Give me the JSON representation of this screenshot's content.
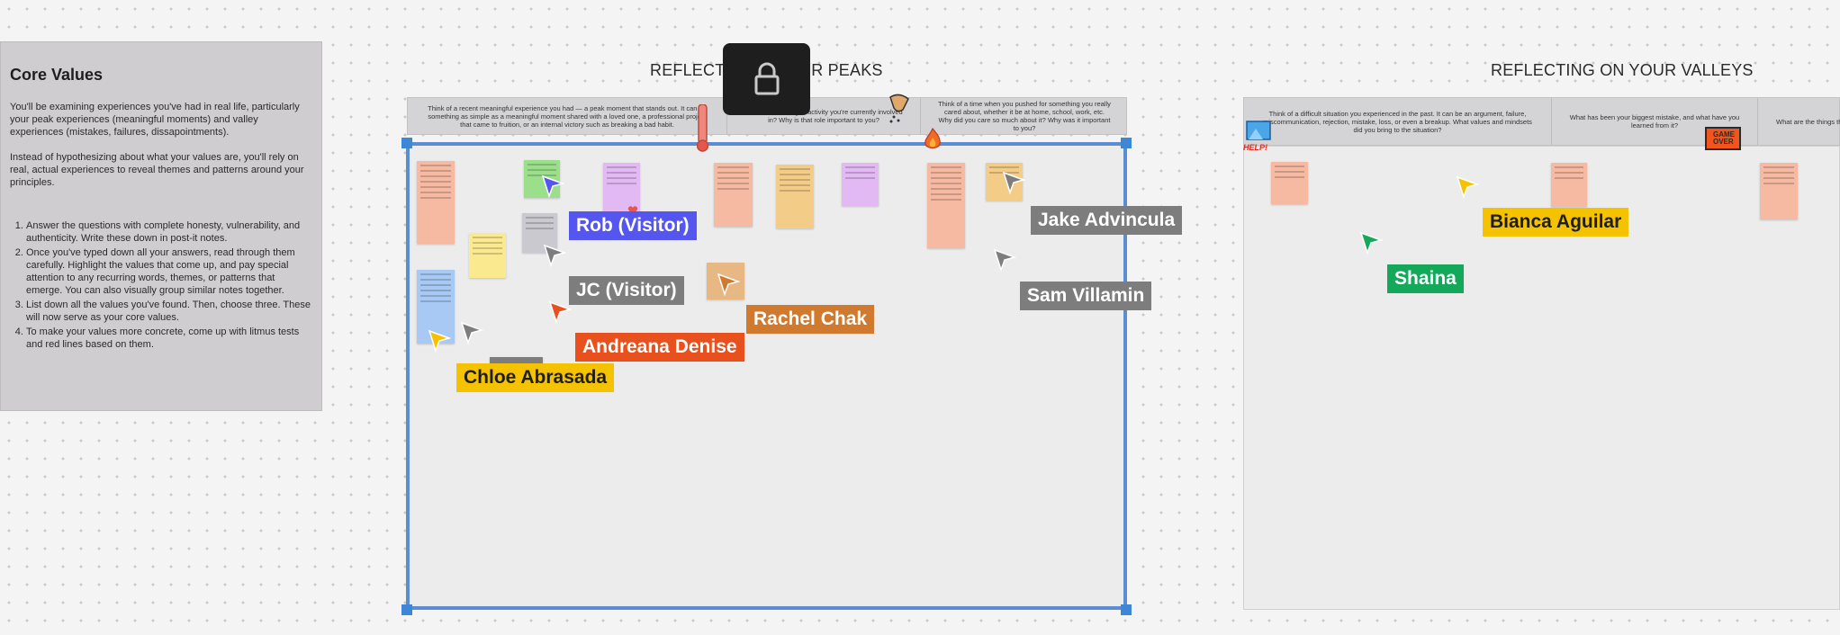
{
  "core": {
    "title": "Core Values",
    "p1": "You'll be examining experiences you've had in real life, particularly your peak experiences (meaningful moments) and valley experiences (mistakes, failures, dissapointments).",
    "p2": "Instead of hypothesizing about what your values are, you'll rely on real, actual experiences to reveal themes and patterns around your principles.",
    "steps": [
      "Answer the questions with complete honesty, vulnerability, and authenticity. Write these down in post-it notes.",
      "Once you've typed down all your answers, read through them carefully. Highlight the values that come up, and pay special attention to any recurring words, themes, or patterns that emerge. You can also visually group similar notes together.",
      "List down all the values you've found. Then, choose three. These will now serve as your core values.",
      "To make your values more concrete, come up with litmus tests and red lines based on them."
    ]
  },
  "sections": {
    "peaks_left": "REFLECTI",
    "peaks_right": "UR PEAKS",
    "valleys": "REFLECTING ON YOUR VALLEYS"
  },
  "peaks_prompts": [
    "Think of a recent meaningful experience you had — a peak moment that stands out. It can be something as simple as a meaningful moment shared with a loved one, a professional project that came to fruition, or an internal victory such as breaking a bad habit.",
    "What's a meaningful activity you're currently involved in? Why is that role important to you?",
    "Think of a time when you pushed for something you really cared about, whether it be at home, school, work, etc. Why did you care so much about it? Why was it important to you?"
  ],
  "valleys_prompts": [
    "Think of a difficult situation you experienced in the past. It can be an argument, failure, miscommunication, rejection, mistake, loss, or even a breakup. What values and mindsets did you bring to the situation?",
    "What has been your biggest mistake, and what have you learned from it?",
    "What are the things that make you angr"
  ],
  "stickers": {
    "help": "HELP!",
    "game_over": "GAME OVER"
  },
  "cursors": [
    {
      "name": "Rob (Visitor)",
      "color": "#5555f0"
    },
    {
      "name": "Jake Advincula",
      "color": "#7d7d7d"
    },
    {
      "name": "JC (Visitor)",
      "color": "#7d7d7d"
    },
    {
      "name": "Rachel Chak",
      "color": "#d07a30"
    },
    {
      "name": "Sam Villamin",
      "color": "#7d7d7d"
    },
    {
      "name": "Andreana Denise",
      "color": "#e8501e"
    },
    {
      "name": "Chloe Abrasada",
      "color": "#f5c200"
    },
    {
      "name": "Bianca Aguilar",
      "color": "#f5c200"
    },
    {
      "name": "Shaina",
      "color": "#14a85a"
    }
  ]
}
